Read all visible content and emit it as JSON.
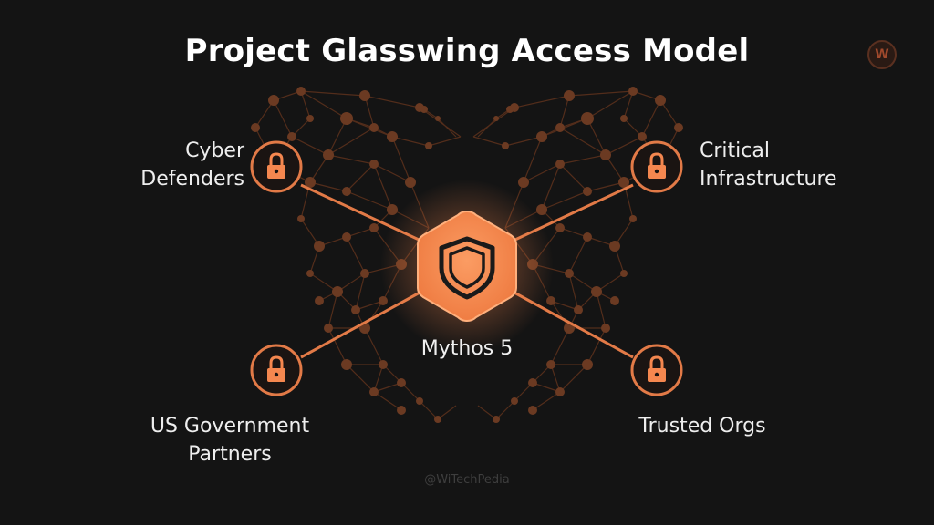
{
  "title": "Project Glasswing Access Model",
  "center": {
    "label": "Mythos 5",
    "icon": "shield-icon"
  },
  "nodes": {
    "top_left": {
      "lines": [
        "Cyber",
        "Defenders"
      ],
      "icon": "lock-icon"
    },
    "top_right": {
      "lines": [
        "Critical",
        "Infrastructure"
      ],
      "icon": "lock-icon"
    },
    "bottom_left": {
      "lines": [
        "US Government",
        "Partners"
      ],
      "icon": "lock-icon"
    },
    "bottom_right": {
      "lines": [
        "Trusted Orgs"
      ],
      "icon": "lock-icon"
    }
  },
  "watermark": "@WiTechPedia",
  "logo_letter": "W",
  "colors": {
    "accent": "#f5874f",
    "background": "#141414",
    "network": "#6b3a22"
  }
}
